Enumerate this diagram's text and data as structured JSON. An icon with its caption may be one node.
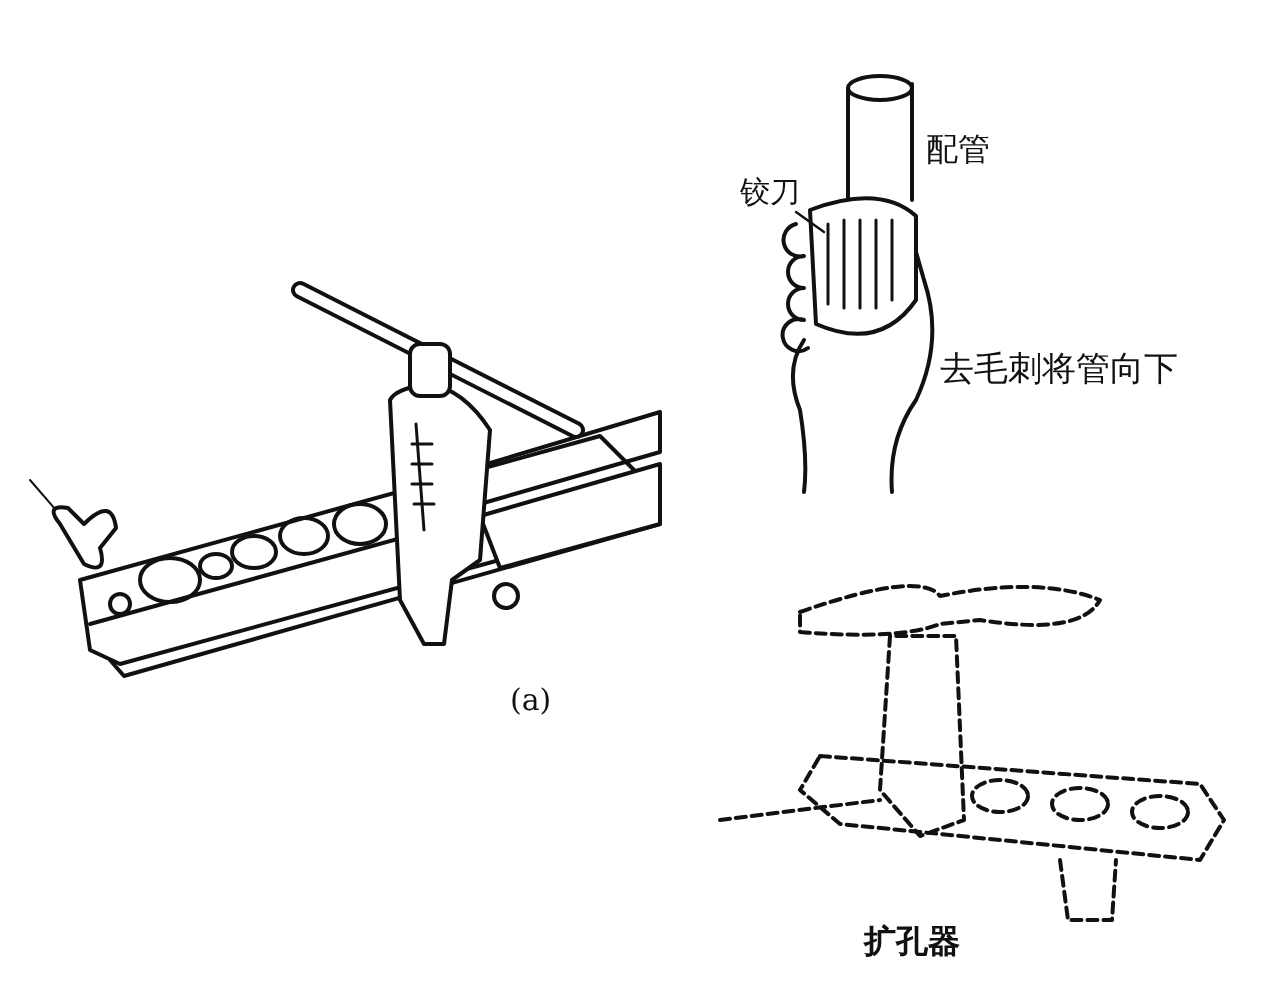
{
  "diagram": {
    "nodes": [
      {
        "text": [
          "铰刀"
        ]
      },
      {
        "text": [],
        "shape": "picture"
      }
    ],
    "edges": [
      {
        "from": 0,
        "to": 1,
        "arrow": "none"
      }
    ],
    "labels": [
      "配管",
      "去毛刺将管向下",
      "(a)",
      "扩孔器"
    ]
  }
}
